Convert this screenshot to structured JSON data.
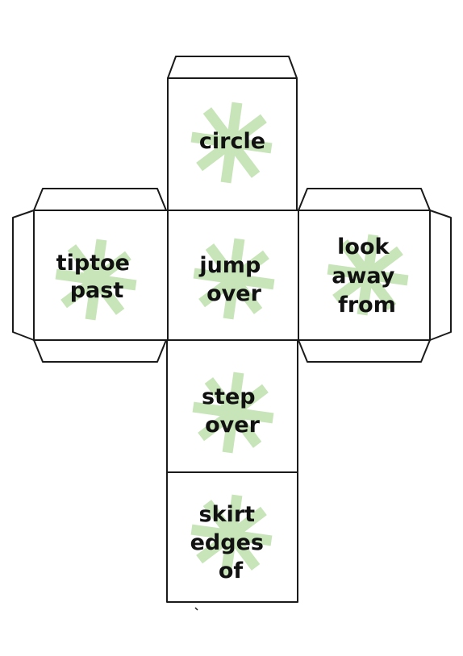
{
  "faces": {
    "top": {
      "lines": [
        "circle"
      ],
      "icon": "asterisk-icon"
    },
    "left": {
      "lines": [
        "tiptoe",
        "past"
      ],
      "icon": "asterisk-icon"
    },
    "center": {
      "lines": [
        "jump",
        "over"
      ],
      "icon": "asterisk-icon"
    },
    "right": {
      "lines": [
        "look",
        "away",
        "from"
      ],
      "icon": "asterisk-icon"
    },
    "lower": {
      "lines": [
        "step",
        "over"
      ],
      "icon": "asterisk-icon"
    },
    "bottom": {
      "lines": [
        "skirt",
        "edges",
        "of"
      ],
      "icon": "asterisk-icon"
    }
  },
  "colors": {
    "asterisk": "#c7e5b8",
    "text": "#111111",
    "outline": "#1a1a1a"
  }
}
